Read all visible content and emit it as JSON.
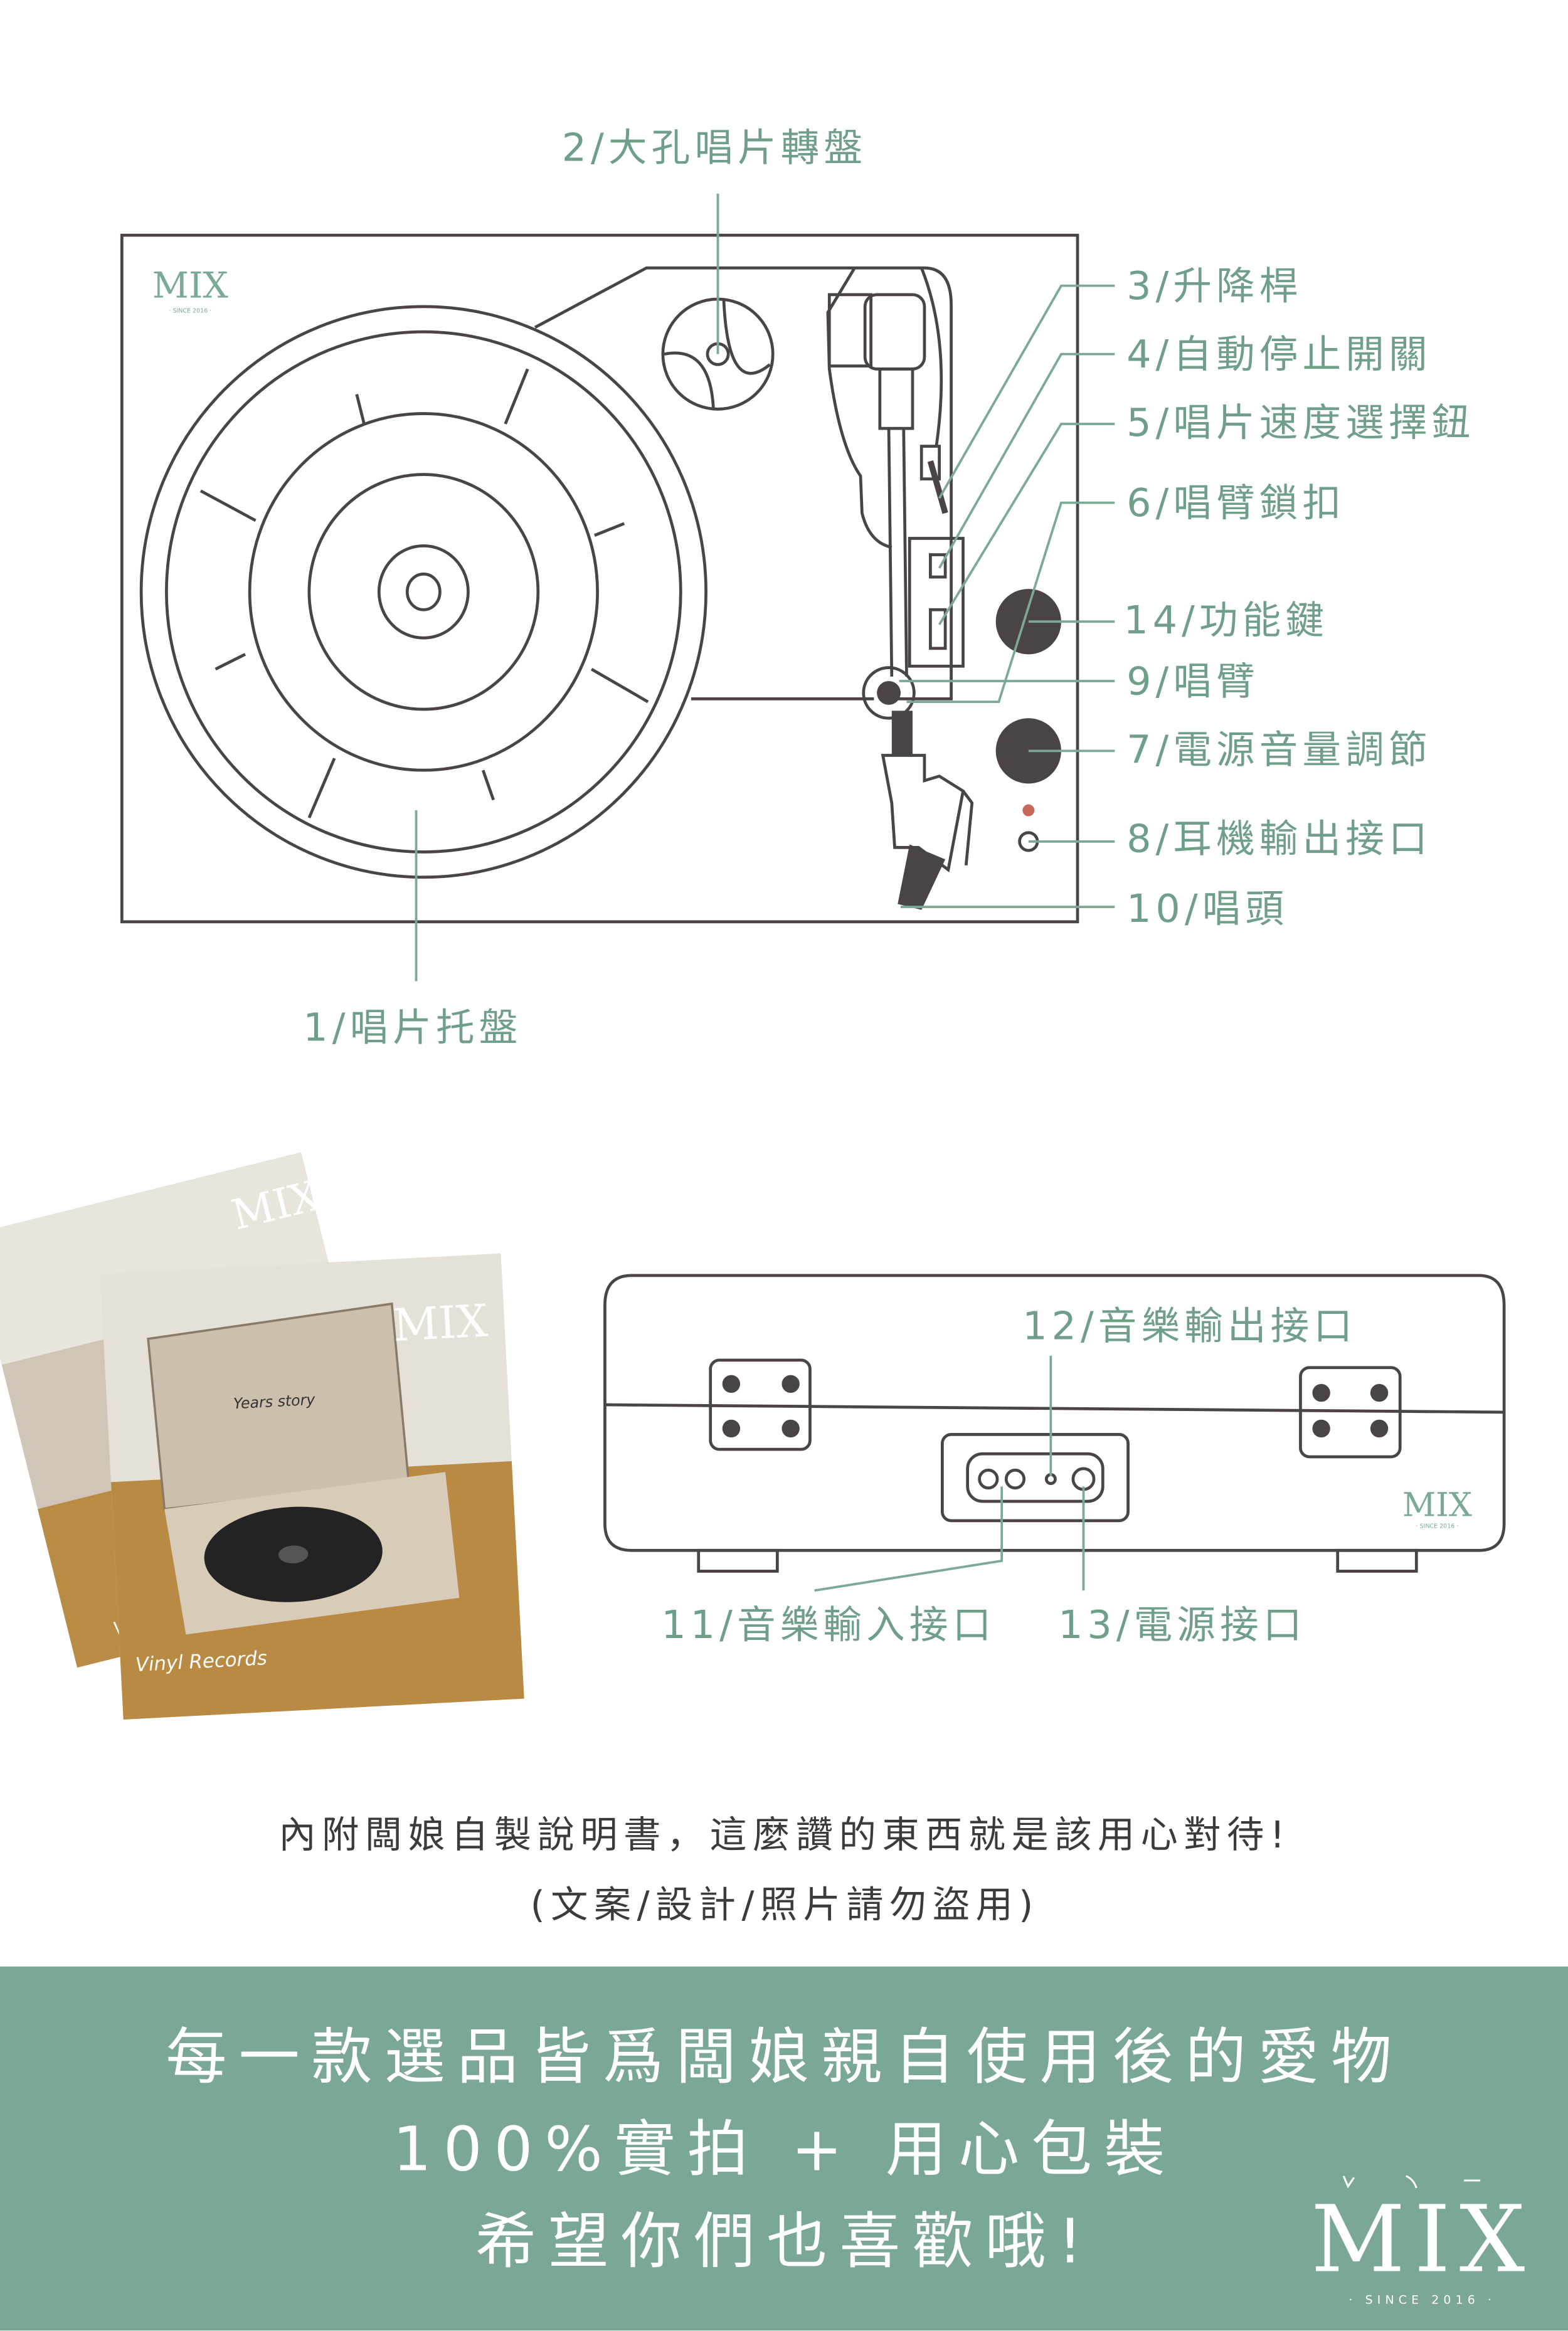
{
  "diagram_top": {
    "labels": {
      "l1": "1/唱片托盤",
      "l2": "2/大孔唱片轉盤",
      "l3": "3/升降桿",
      "l4": "4/自動停止開關",
      "l5": "5/唱片速度選擇鈕",
      "l6": "6/唱臂鎖扣",
      "l14": "14/功能鍵",
      "l9": "9/唱臂",
      "l7": "7/電源音量調節",
      "l8": "8/耳機輸出接口",
      "l10": "10/唱頭"
    }
  },
  "diagram_back": {
    "labels": {
      "l11": "11/音樂輸入接口",
      "l12": "12/音樂輸出接口",
      "l13": "13/電源接口"
    }
  },
  "photos": {
    "front_cover_text": "Vinyl Records",
    "back_cover_text": "Vinyl",
    "case_script": "Years story"
  },
  "caption": {
    "line1": "內附闆娘自製說明書，這麼讚的東西就是該用心對待!",
    "line2": "(文案/設計/照片請勿盜用)"
  },
  "banner": {
    "line1": "每一款選品皆爲闆娘親自使用後的愛物",
    "line2": "100%實拍 + 用心包裝",
    "line3": "希望你們也喜歡哦!",
    "background": "#7aa894"
  },
  "logo": {
    "text": "MIX",
    "since": "· SINCE 2016 ·"
  }
}
